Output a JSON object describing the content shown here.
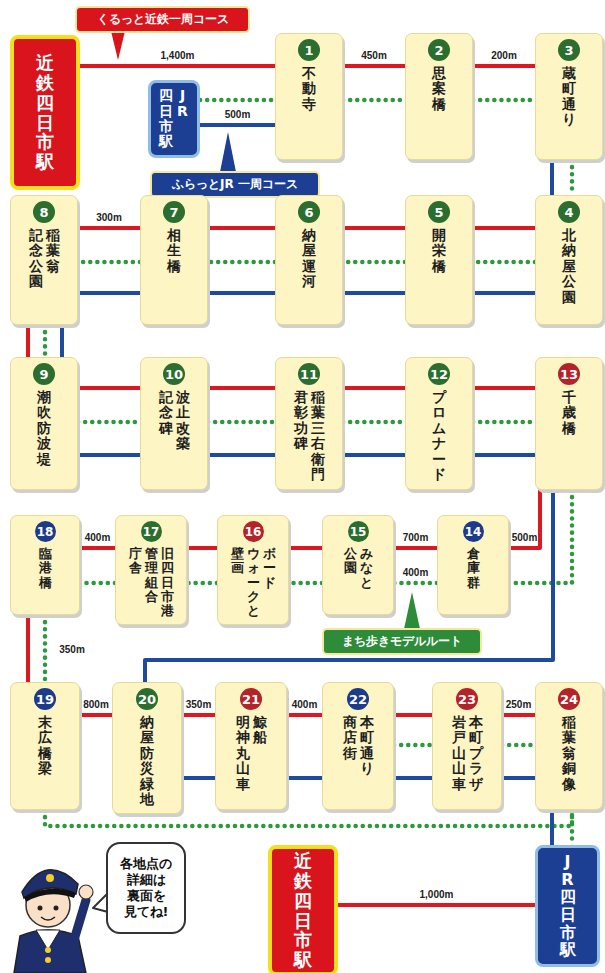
{
  "diagram": {
    "nodes": [
      {
        "text": [
          "くるっと近鉄一周コース"
        ]
      },
      {
        "text": [
          "近鉄四日市駅"
        ]
      },
      {
        "text": [
          "JR 四日市駅"
        ]
      },
      {
        "text": [
          "ふらっとJR 一周コース"
        ]
      },
      {
        "text": [
          "1",
          "不動寺"
        ]
      },
      {
        "text": [
          "2",
          "思案橋"
        ]
      },
      {
        "text": [
          "3",
          "蔵町通り"
        ]
      },
      {
        "text": [
          "4",
          "北納屋公園"
        ]
      },
      {
        "text": [
          "5",
          "開栄橋"
        ]
      },
      {
        "text": [
          "6",
          "納屋運河"
        ]
      },
      {
        "text": [
          "7",
          "相生橋"
        ]
      },
      {
        "text": [
          "8",
          "稲葉翁 記念公園"
        ]
      },
      {
        "text": [
          "9",
          "潮吹防波堤"
        ]
      },
      {
        "text": [
          "10",
          "波止改築 記念碑"
        ]
      },
      {
        "text": [
          "11",
          "稲葉三右衛門 君彰功碑"
        ]
      },
      {
        "text": [
          "12",
          "プロムナード"
        ]
      },
      {
        "text": [
          "13",
          "千歳橋"
        ]
      },
      {
        "text": [
          "14",
          "倉庫群"
        ]
      },
      {
        "text": [
          "15",
          "みなと 公園"
        ]
      },
      {
        "text": [
          "16",
          "ボード ウォークと 壁画"
        ]
      },
      {
        "text": [
          "17",
          "旧四日市港 管理組合 庁舎"
        ]
      },
      {
        "text": [
          "18",
          "臨港橋"
        ]
      },
      {
        "text": [
          "まち歩きモデルルート"
        ]
      },
      {
        "text": [
          "19",
          "末広橋梁"
        ]
      },
      {
        "text": [
          "20",
          "納屋防災緑地"
        ]
      },
      {
        "text": [
          "21",
          "鯨船 明神丸山車"
        ]
      },
      {
        "text": [
          "22",
          "本町通り 商店街"
        ]
      },
      {
        "text": [
          "23",
          "本町プラザ 岩戸山山車"
        ]
      },
      {
        "text": [
          "24",
          "稲葉翁銅像"
        ]
      },
      {
        "text": [
          "各地点の 詳細は 裏面を 見てね!"
        ]
      },
      {
        "text": [
          "近鉄四日市駅"
        ]
      },
      {
        "text": [
          "JR四日市駅"
        ]
      }
    ],
    "edges": [
      {
        "from": 1,
        "to": 4,
        "arrow": "none",
        "label": "1,400m"
      },
      {
        "from": 4,
        "to": 5,
        "arrow": "none",
        "label": "450m"
      },
      {
        "from": 5,
        "to": 6,
        "arrow": "none",
        "label": "200m"
      },
      {
        "from": 2,
        "to": 4,
        "arrow": "none"
      },
      {
        "from": 4,
        "to": 5,
        "arrow": "none"
      },
      {
        "from": 5,
        "to": 6,
        "arrow": "none"
      },
      {
        "from": 2,
        "to": 4,
        "arrow": "none",
        "label": "500m"
      },
      {
        "from": 6,
        "to": 7,
        "arrow": "none"
      },
      {
        "from": 6,
        "to": 7,
        "arrow": "none"
      },
      {
        "from": 7,
        "to": 8,
        "arrow": "none"
      },
      {
        "from": 8,
        "to": 9,
        "arrow": "none"
      },
      {
        "from": 9,
        "to": 10,
        "arrow": "none"
      },
      {
        "from": 10,
        "to": 11,
        "arrow": "none",
        "label": "300m"
      },
      {
        "from": 7,
        "to": 8,
        "arrow": "none"
      },
      {
        "from": 8,
        "to": 9,
        "arrow": "none"
      },
      {
        "from": 9,
        "to": 10,
        "arrow": "none"
      },
      {
        "from": 10,
        "to": 11,
        "arrow": "none"
      },
      {
        "from": 7,
        "to": 8,
        "arrow": "none"
      },
      {
        "from": 8,
        "to": 9,
        "arrow": "none"
      },
      {
        "from": 9,
        "to": 10,
        "arrow": "none"
      },
      {
        "from": 10,
        "to": 11,
        "arrow": "none"
      },
      {
        "from": 11,
        "to": 12,
        "arrow": "none"
      },
      {
        "from": 11,
        "to": 12,
        "arrow": "none"
      },
      {
        "from": 11,
        "to": 12,
        "arrow": "none"
      },
      {
        "from": 12,
        "to": 13,
        "arrow": "none"
      },
      {
        "from": 13,
        "to": 14,
        "arrow": "none"
      },
      {
        "from": 14,
        "to": 15,
        "arrow": "none"
      },
      {
        "from": 15,
        "to": 16,
        "arrow": "none"
      },
      {
        "from": 12,
        "to": 13,
        "arrow": "none"
      },
      {
        "from": 13,
        "to": 14,
        "arrow": "none"
      },
      {
        "from": 14,
        "to": 15,
        "arrow": "none"
      },
      {
        "from": 15,
        "to": 16,
        "arrow": "none"
      },
      {
        "from": 12,
        "to": 13,
        "arrow": "none"
      },
      {
        "from": 13,
        "to": 14,
        "arrow": "none"
      },
      {
        "from": 14,
        "to": 15,
        "arrow": "none"
      },
      {
        "from": 15,
        "to": 16,
        "arrow": "none"
      },
      {
        "from": 16,
        "to": 17,
        "arrow": "none",
        "label": "500m"
      },
      {
        "from": 16,
        "to": 17,
        "arrow": "none"
      },
      {
        "from": 16,
        "to": 24,
        "arrow": "none"
      },
      {
        "from": 17,
        "to": 18,
        "arrow": "none",
        "label": "700m"
      },
      {
        "from": 18,
        "to": 19,
        "arrow": "none"
      },
      {
        "from": 19,
        "to": 20,
        "arrow": "none"
      },
      {
        "from": 20,
        "to": 21,
        "arrow": "none",
        "label": "400m"
      },
      {
        "from": 17,
        "to": 18,
        "arrow": "none",
        "label": "400m"
      },
      {
        "from": 18,
        "to": 19,
        "arrow": "none"
      },
      {
        "from": 19,
        "to": 20,
        "arrow": "none"
      },
      {
        "from": 20,
        "to": 21,
        "arrow": "none"
      },
      {
        "from": 21,
        "to": 23,
        "arrow": "none",
        "label": "350m"
      },
      {
        "from": 21,
        "to": 23,
        "arrow": "none"
      },
      {
        "from": 23,
        "to": 24,
        "arrow": "none",
        "label": "800m"
      },
      {
        "from": 24,
        "to": 25,
        "arrow": "none",
        "label": "350m"
      },
      {
        "from": 25,
        "to": 26,
        "arrow": "none",
        "label": "400m"
      },
      {
        "from": 26,
        "to": 27,
        "arrow": "none"
      },
      {
        "from": 27,
        "to": 28,
        "arrow": "none",
        "label": "250m"
      },
      {
        "from": 26,
        "to": 27,
        "arrow": "none"
      },
      {
        "from": 27,
        "to": 28,
        "arrow": "none"
      },
      {
        "from": 24,
        "to": 25,
        "arrow": "none"
      },
      {
        "from": 25,
        "to": 26,
        "arrow": "none"
      },
      {
        "from": 26,
        "to": 27,
        "arrow": "none"
      },
      {
        "from": 27,
        "to": 28,
        "arrow": "none"
      },
      {
        "from": 23,
        "to": 28,
        "arrow": "none"
      },
      {
        "from": 28,
        "to": 31,
        "arrow": "none"
      },
      {
        "from": 28,
        "to": 31,
        "arrow": "none"
      },
      {
        "from": 30,
        "to": 31,
        "arrow": "none",
        "label": "1,000m"
      }
    ]
  }
}
